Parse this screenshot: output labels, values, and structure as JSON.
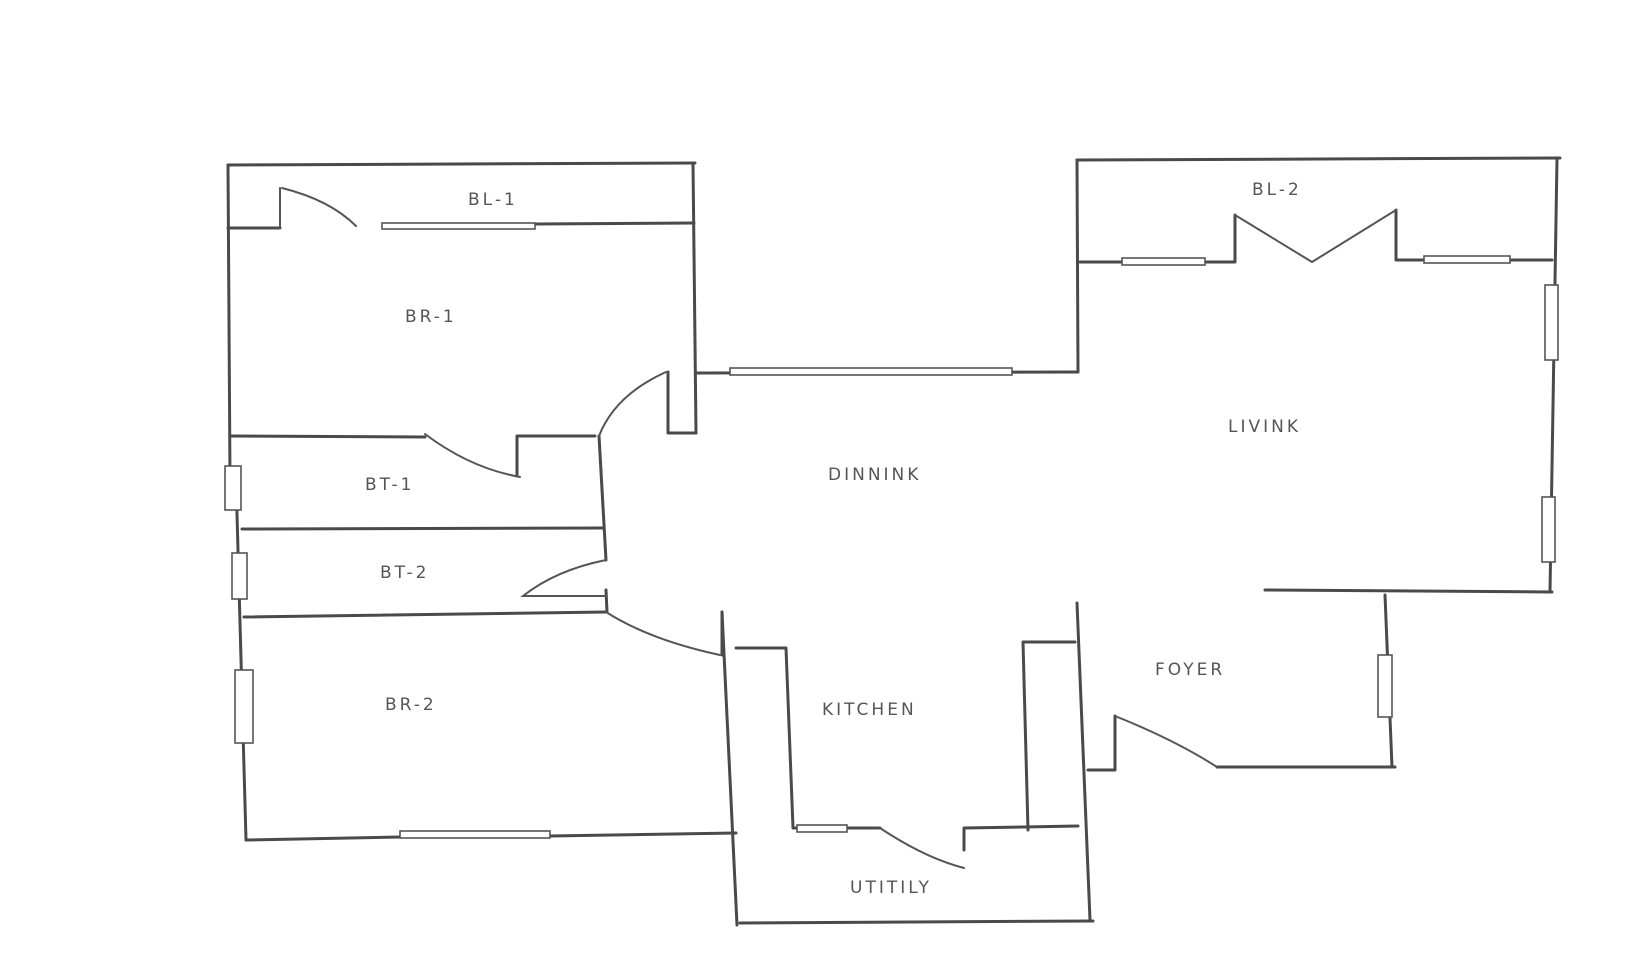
{
  "plan": {
    "rooms": {
      "bl1": "BL-1",
      "br1": "BR-1",
      "bt1": "BT-1",
      "bt2": "BT-2",
      "br2": "BR-2",
      "dining": "DINNINK",
      "kitchen": "KITCHEN",
      "utility": "UTITILY",
      "bl2": "BL-2",
      "living": "LIVINK",
      "foyer": "FOYER"
    }
  }
}
